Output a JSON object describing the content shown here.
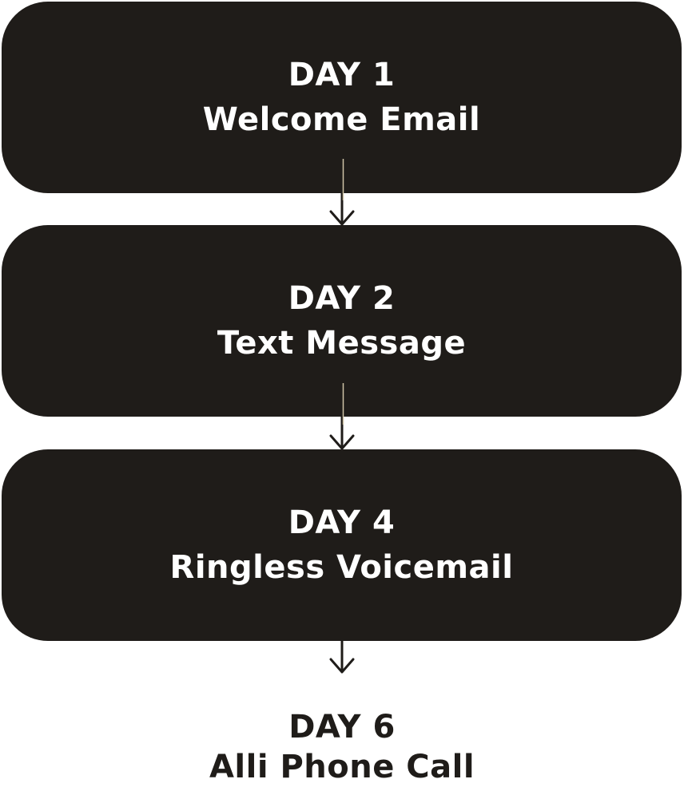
{
  "colors": {
    "card": "#1f1c19",
    "final_text": "#1f1c19",
    "connector": "#1f1c19",
    "connector_highlight": "#cfc3a6"
  },
  "steps": [
    {
      "day": "DAY 1",
      "title": "Welcome Email"
    },
    {
      "day": "DAY 2",
      "title": "Text Message"
    },
    {
      "day": "DAY 4",
      "title": "Ringless Voicemail"
    }
  ],
  "final_step": {
    "day": "DAY 6",
    "title": "Alli Phone Call"
  }
}
